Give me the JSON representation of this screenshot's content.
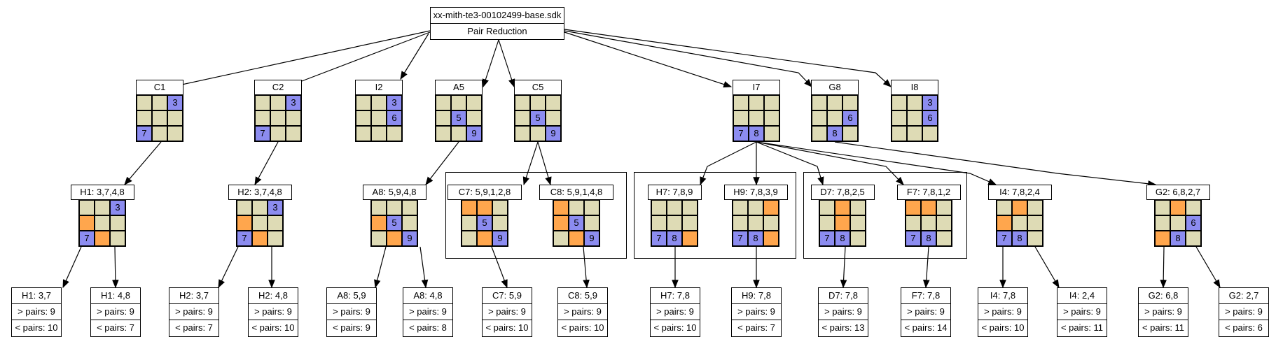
{
  "root": {
    "title": "xx-mith-te3-00102499-base.sdk",
    "subtitle": "Pair Reduction"
  },
  "colors": {
    "cell": "#dedbb5",
    "blue": "#8c8cf0",
    "orange": "#ffa64d",
    "line": "#000000"
  },
  "level1": [
    {
      "id": "C1",
      "label": "C1",
      "cells": [
        "",
        "",
        "3",
        "",
        "",
        "",
        "7",
        "",
        ""
      ],
      "colors": [
        "",
        "",
        "b",
        "",
        "",
        "",
        "b",
        "",
        ""
      ]
    },
    {
      "id": "C2",
      "label": "C2",
      "cells": [
        "",
        "",
        "3",
        "",
        "",
        "",
        "7",
        "",
        ""
      ],
      "colors": [
        "",
        "",
        "b",
        "",
        "",
        "",
        "b",
        "",
        ""
      ]
    },
    {
      "id": "I2",
      "label": "I2",
      "cells": [
        "",
        "",
        "3",
        "",
        "",
        "6",
        "",
        "",
        ""
      ],
      "colors": [
        "",
        "",
        "b",
        "",
        "",
        "b",
        "",
        "",
        ""
      ]
    },
    {
      "id": "A5",
      "label": "A5",
      "cells": [
        "",
        "",
        "",
        "",
        "5",
        "",
        "",
        "",
        "9"
      ],
      "colors": [
        "",
        "",
        "",
        "",
        "b",
        "",
        "",
        "",
        "b"
      ]
    },
    {
      "id": "C5",
      "label": "C5",
      "cells": [
        "",
        "",
        "",
        "",
        "5",
        "",
        "",
        "",
        "9"
      ],
      "colors": [
        "",
        "",
        "",
        "",
        "b",
        "",
        "",
        "",
        "b"
      ]
    },
    {
      "id": "I7",
      "label": "I7",
      "cells": [
        "",
        "",
        "",
        "",
        "",
        "",
        "7",
        "8",
        ""
      ],
      "colors": [
        "",
        "",
        "",
        "",
        "",
        "",
        "b",
        "b",
        ""
      ]
    },
    {
      "id": "G8",
      "label": "G8",
      "cells": [
        "",
        "",
        "",
        "",
        "",
        "6",
        "",
        "8",
        ""
      ],
      "colors": [
        "",
        "",
        "",
        "",
        "",
        "b",
        "",
        "b",
        ""
      ]
    },
    {
      "id": "I8",
      "label": "I8",
      "cells": [
        "",
        "",
        "3",
        "",
        "",
        "6",
        "",
        "",
        ""
      ],
      "colors": [
        "",
        "",
        "b",
        "",
        "",
        "b",
        "",
        "",
        ""
      ]
    }
  ],
  "level2": [
    {
      "id": "H1",
      "label": "H1: 3,7,4,8",
      "cells": [
        "",
        "",
        "3",
        "",
        "",
        "",
        "7",
        "",
        ""
      ],
      "colors": [
        "",
        "",
        "b",
        "o",
        "",
        "",
        "b",
        "o",
        ""
      ]
    },
    {
      "id": "H2",
      "label": "H2: 3,7,4,8",
      "cells": [
        "",
        "",
        "3",
        "",
        "",
        "",
        "7",
        "",
        ""
      ],
      "colors": [
        "",
        "",
        "b",
        "o",
        "",
        "",
        "b",
        "o",
        ""
      ]
    },
    {
      "id": "A8",
      "label": "A8: 5,9,4,8",
      "cells": [
        "",
        "",
        "",
        "",
        "5",
        "",
        "",
        "",
        "9"
      ],
      "colors": [
        "",
        "",
        "",
        "o",
        "b",
        "",
        "",
        "o",
        "b"
      ]
    },
    {
      "id": "C7",
      "label": "C7: 5,9,1,2,8",
      "cells": [
        "",
        "",
        "",
        "",
        "5",
        "",
        "",
        "",
        "9"
      ],
      "colors": [
        "o",
        "o",
        "",
        "",
        "b",
        "",
        "",
        "o",
        "b"
      ]
    },
    {
      "id": "C8",
      "label": "C8: 5,9,1,4,8",
      "cells": [
        "",
        "",
        "",
        "",
        "5",
        "",
        "",
        "",
        "9"
      ],
      "colors": [
        "o",
        "",
        "",
        "o",
        "b",
        "",
        "",
        "o",
        "b"
      ]
    },
    {
      "id": "H7",
      "label": "H7: 7,8,9",
      "cells": [
        "",
        "",
        "",
        "",
        "",
        "",
        "7",
        "8",
        ""
      ],
      "colors": [
        "",
        "",
        "",
        "",
        "",
        "",
        "b",
        "b",
        "o"
      ]
    },
    {
      "id": "H9",
      "label": "H9: 7,8,3,9",
      "cells": [
        "",
        "",
        "",
        "",
        "",
        "",
        "7",
        "8",
        ""
      ],
      "colors": [
        "",
        "",
        "o",
        "",
        "",
        "",
        "b",
        "b",
        "o"
      ]
    },
    {
      "id": "D7",
      "label": "D7: 7,8,2,5",
      "cells": [
        "",
        "",
        "",
        "",
        "",
        "",
        "7",
        "8",
        ""
      ],
      "colors": [
        "",
        "o",
        "",
        "",
        "o",
        "",
        "b",
        "b",
        ""
      ]
    },
    {
      "id": "F7",
      "label": "F7: 7,8,1,2",
      "cells": [
        "",
        "",
        "",
        "",
        "",
        "",
        "7",
        "8",
        ""
      ],
      "colors": [
        "o",
        "o",
        "",
        "",
        "",
        "",
        "b",
        "b",
        ""
      ]
    },
    {
      "id": "I4",
      "label": "I4: 7,8,2,4",
      "cells": [
        "",
        "",
        "",
        "",
        "",
        "",
        "7",
        "8",
        ""
      ],
      "colors": [
        "",
        "o",
        "",
        "o",
        "",
        "",
        "b",
        "b",
        ""
      ]
    },
    {
      "id": "G2",
      "label": "G2: 6,8,2,7",
      "cells": [
        "",
        "",
        "",
        "",
        "",
        "6",
        "",
        "8",
        ""
      ],
      "colors": [
        "",
        "o",
        "",
        "",
        "",
        "b",
        "o",
        "b",
        ""
      ]
    }
  ],
  "leaves": [
    {
      "title": "H1: 3,7",
      "gt": "> pairs: 9",
      "lt": "< pairs: 10"
    },
    {
      "title": "H1: 4,8",
      "gt": "> pairs: 9",
      "lt": "< pairs: 7"
    },
    {
      "title": "H2: 3,7",
      "gt": "> pairs: 9",
      "lt": "< pairs: 7"
    },
    {
      "title": "H2: 4,8",
      "gt": "> pairs: 9",
      "lt": "< pairs: 10"
    },
    {
      "title": "A8: 5,9",
      "gt": "> pairs: 9",
      "lt": "< pairs: 9"
    },
    {
      "title": "A8: 4,8",
      "gt": "> pairs: 9",
      "lt": "< pairs: 8"
    },
    {
      "title": "C7: 5,9",
      "gt": "> pairs: 9",
      "lt": "< pairs: 10"
    },
    {
      "title": "C8: 5,9",
      "gt": "> pairs: 9",
      "lt": "< pairs: 10"
    },
    {
      "title": "H7: 7,8",
      "gt": "> pairs: 9",
      "lt": "< pairs: 10"
    },
    {
      "title": "H9: 7,8",
      "gt": "> pairs: 9",
      "lt": "< pairs: 7"
    },
    {
      "title": "D7: 7,8",
      "gt": "> pairs: 9",
      "lt": "< pairs: 13"
    },
    {
      "title": "F7: 7,8",
      "gt": "> pairs: 9",
      "lt": "< pairs: 14"
    },
    {
      "title": "I4: 7,8",
      "gt": "> pairs: 9",
      "lt": "< pairs: 10"
    },
    {
      "title": "I4: 2,4",
      "gt": "> pairs: 9",
      "lt": "< pairs: 11"
    },
    {
      "title": "G2: 6,8",
      "gt": "> pairs: 9",
      "lt": "< pairs: 11"
    },
    {
      "title": "G2: 2,7",
      "gt": "> pairs: 9",
      "lt": "< pairs: 6"
    }
  ]
}
